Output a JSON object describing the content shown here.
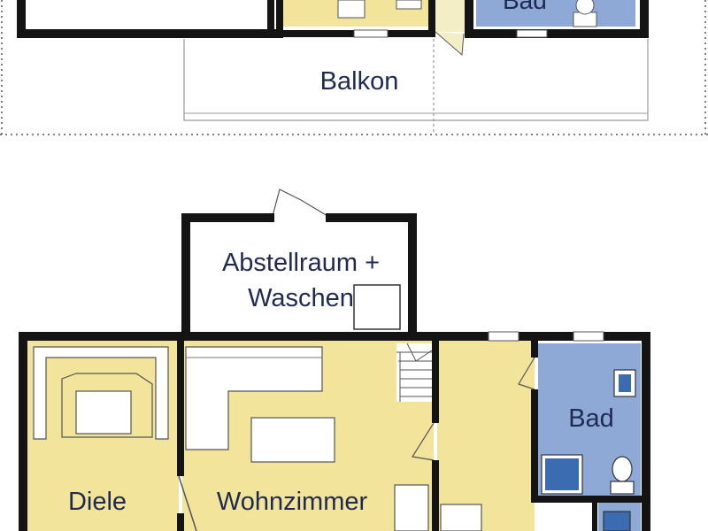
{
  "colors": {
    "wall": "#141414",
    "yellow": "#f2e49b",
    "blue": "#8fa9d6",
    "label": "#1f2a52",
    "door": "#f4eec6"
  },
  "labels": {
    "balkon": "Balkon",
    "bad_top": "Bad",
    "storage_line1": "Abstellraum +",
    "storage_line2": "Waschen",
    "bad": "Bad",
    "diele": "Diele",
    "wohnzimmer": "Wohnzimmer"
  }
}
